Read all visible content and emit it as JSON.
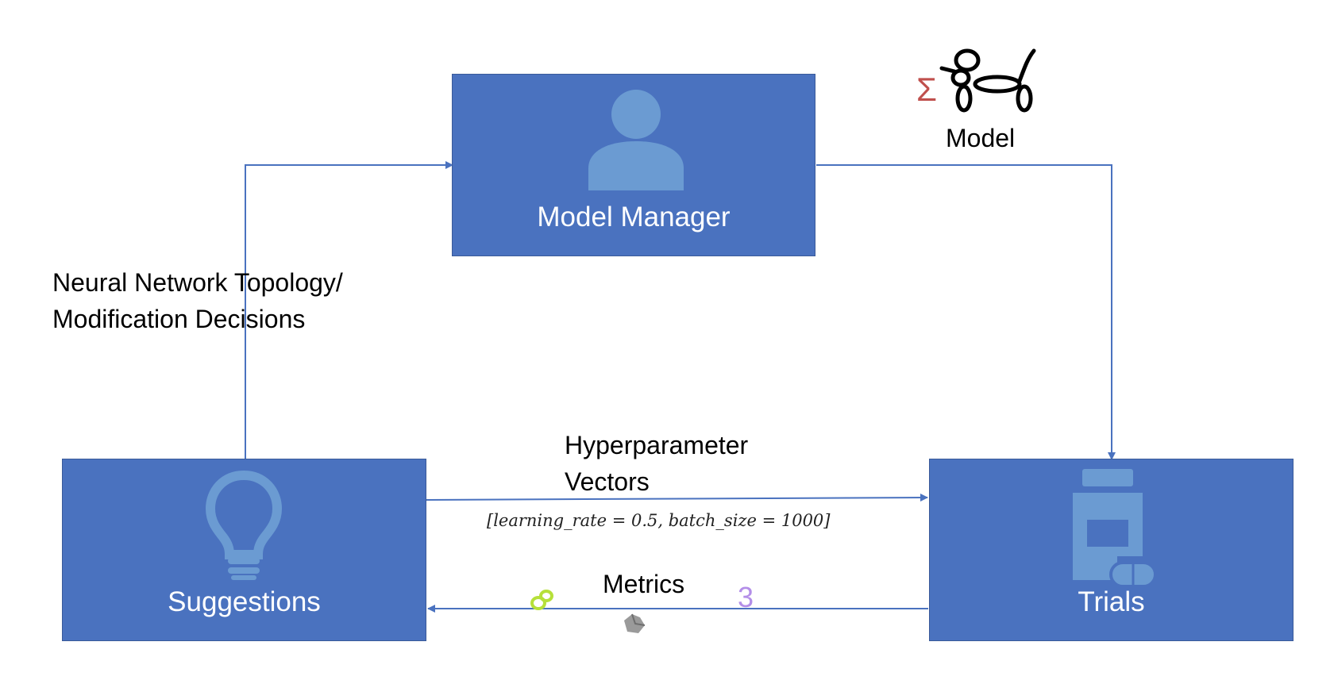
{
  "colors": {
    "box_fill": "#4a72bf",
    "icon_fill": "#6b9bd2",
    "arrow": "#4a72bf"
  },
  "nodes": {
    "model_manager": {
      "label": "Model Manager",
      "icon": "person-icon"
    },
    "suggestions": {
      "label": "Suggestions",
      "icon": "lightbulb-icon"
    },
    "trials": {
      "label": "Trials",
      "icon": "pill-bottle-icon"
    }
  },
  "edges": {
    "suggestions_to_manager": {
      "label_line1": "Neural Network Topology/",
      "label_line2": "Modification Decisions"
    },
    "manager_to_trials": {
      "label": "Model",
      "icon": "balloon-dog-icon",
      "sigma": "Σ"
    },
    "suggestions_to_trials": {
      "label_line1": "Hyperparameter",
      "label_line2": "Vectors",
      "formula": "[learning_rate = 0.5, batch_size = 1000]"
    },
    "trials_to_suggestions": {
      "label": "Metrics",
      "digit": "3"
    }
  }
}
